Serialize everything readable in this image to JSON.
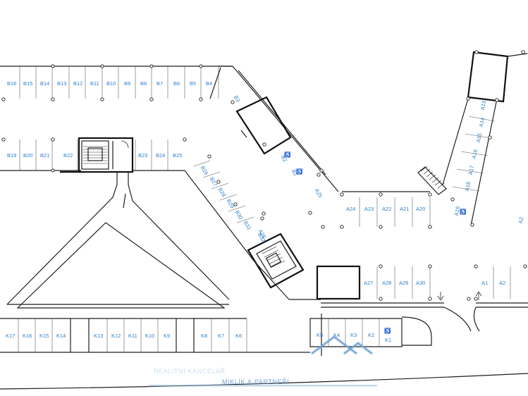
{
  "spaces": {
    "b_top": [
      "B16",
      "B15",
      "B14",
      "B13",
      "B12",
      "B11",
      "B10",
      "B9",
      "B8",
      "B7",
      "B6",
      "B5",
      "B4"
    ],
    "b_mid": [
      "B19",
      "B20",
      "B21",
      "B22"
    ],
    "b_mid2": [
      "B23",
      "B24",
      "B25"
    ],
    "b_diag": [
      "B26",
      "B27",
      "B28",
      "B29",
      "B30",
      "B31",
      "B32"
    ],
    "b_diag_upper": [
      "B3",
      "B2",
      "B1"
    ],
    "a_mid": [
      "A24",
      "A23",
      "A22",
      "A21",
      "A20"
    ],
    "a_diag": [
      "A25",
      "A26"
    ],
    "a_right": [
      "A13",
      "A14",
      "A15",
      "A16",
      "A17",
      "A18",
      "A19"
    ],
    "a_bottom": [
      "A27",
      "A28",
      "A29",
      "A30"
    ],
    "a_far": [
      "A1",
      "A2"
    ],
    "k_row": [
      "K17",
      "K16",
      "K15",
      "K14",
      "K13",
      "K12",
      "K11",
      "K10",
      "K9",
      "K8",
      "K7",
      "K6",
      "K5",
      "K4",
      "K3",
      "K2",
      "K1"
    ]
  },
  "watermark": {
    "line1": "REALITNÍ KANCELÁŘ",
    "line2": "MIKLÍK & PARTNEŘI"
  },
  "accessibility_symbol": "♿",
  "colors": {
    "label_blue": "#2c7fc9",
    "wall": "#1e1e1e",
    "watermark": "#6fa3d8"
  }
}
